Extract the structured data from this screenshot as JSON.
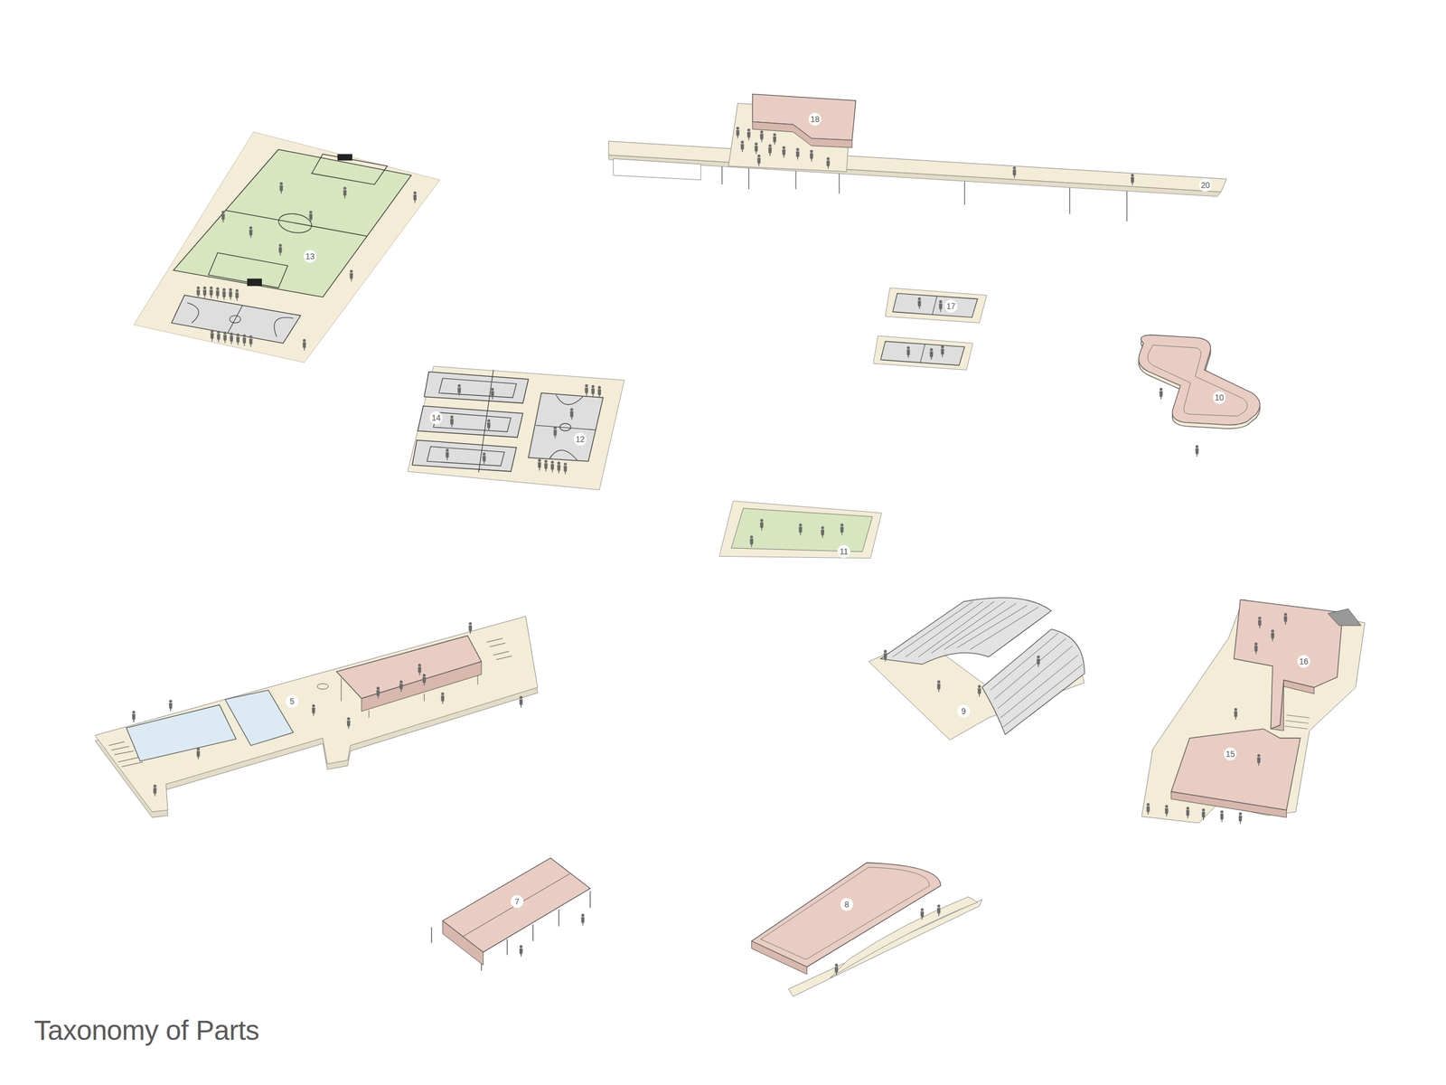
{
  "diagram": {
    "title": "Taxonomy of Parts",
    "labels": [
      "18",
      "20",
      "13",
      "17",
      "10",
      "14",
      "12",
      "11",
      "16",
      "5",
      "9",
      "15",
      "7",
      "8"
    ]
  }
}
